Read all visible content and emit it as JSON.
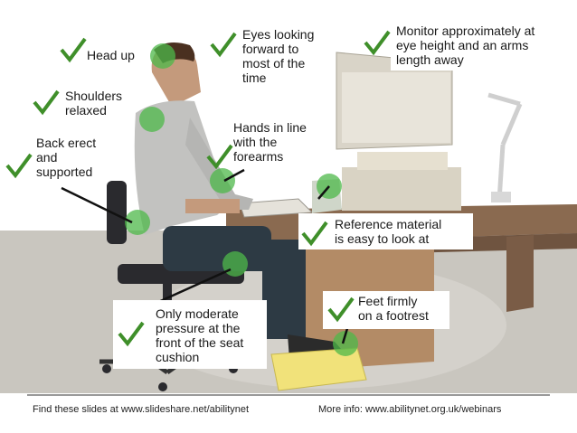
{
  "colors": {
    "check": "#3f8f2a",
    "marker": "#4db84a",
    "floor": "#c9c6bf",
    "desk": "#a0785a",
    "footrest": "#f1e27a"
  },
  "labels": {
    "head_up": "Head up",
    "shoulders": "Shoulders\nrelaxed",
    "back": "Back erect\nand\nsupported",
    "eyes": "Eyes looking\nforward to\nmost of the\ntime",
    "monitor": "Monitor approximately at\neye height and an arms\nlength away",
    "hands": "Hands in line\nwith the\nforearms",
    "reference": "Reference material\nis easy to look at",
    "seat": "Only moderate\npressure at the\nfront of the seat\ncushion",
    "feet": "Feet firmly\non a footrest"
  },
  "footer": {
    "left": "Find these slides at www.slideshare.net/abilitynet",
    "right": "More info: www.abilitynet.org.uk/webinars"
  }
}
